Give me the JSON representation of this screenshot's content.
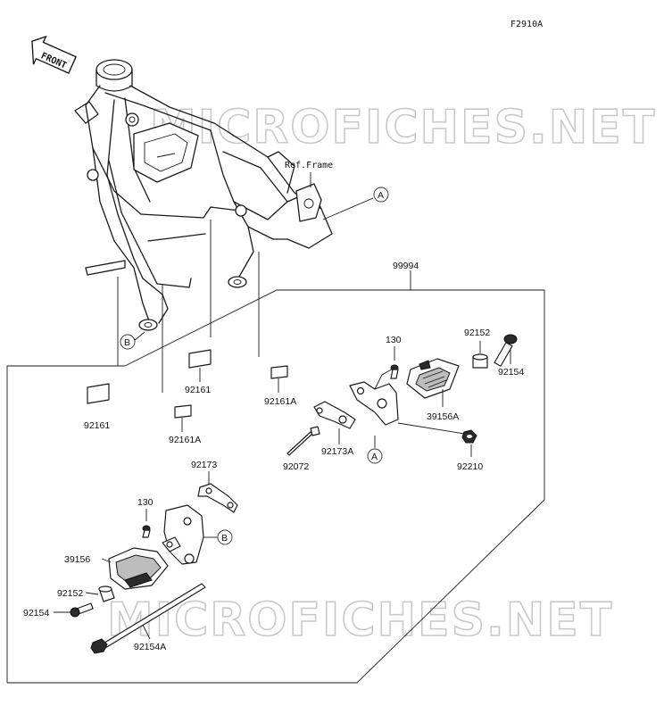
{
  "diagram_id": "F2910A",
  "front_label": "FRONT",
  "ref_frame_label": "Ref.Frame",
  "watermark": "MICROFICHES.NET",
  "assembly_number": "99994",
  "callouts": {
    "a": "A",
    "b": "B"
  },
  "parts": {
    "p130_top": "130",
    "p92152_top": "92152",
    "p92154_top": "92154",
    "p39156A": "39156A",
    "p92072": "92072",
    "p92173A": "92173A",
    "p92210": "92210",
    "p92161_a": "92161",
    "p92161_b": "92161",
    "p92161A_a": "92161A",
    "p92161A_b": "92161A",
    "p92173": "92173",
    "p130_bottom": "130",
    "p39156": "39156",
    "p92152_bottom": "92152",
    "p92154_bottom": "92154",
    "p92154A": "92154A"
  }
}
